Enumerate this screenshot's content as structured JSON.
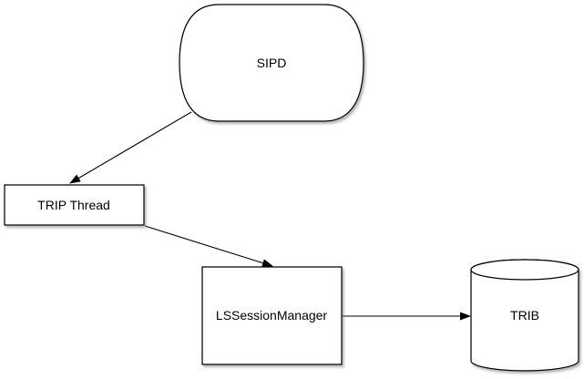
{
  "diagram": {
    "nodes": [
      {
        "id": "sipd",
        "label": "SIPD",
        "shape": "rounded-rectangle"
      },
      {
        "id": "trip-thread",
        "label": "TRIP Thread",
        "shape": "rectangle"
      },
      {
        "id": "ls-session-manager",
        "label": "LSSessionManager",
        "shape": "rectangle"
      },
      {
        "id": "trib",
        "label": "TRIB",
        "shape": "cylinder"
      }
    ],
    "edges": [
      {
        "from": "SIPD",
        "to": "TRIP Thread",
        "style": "arrow"
      },
      {
        "from": "TRIP Thread",
        "to": "LSSessionManager",
        "style": "arrow"
      },
      {
        "from": "LSSessionManager",
        "to": "TRIB",
        "style": "arrow"
      }
    ],
    "colors": {
      "background": "#ffffff",
      "node_fill": "#ffffff",
      "node_stroke": "#000000",
      "text": "#000000",
      "shadow": "#888888"
    }
  }
}
